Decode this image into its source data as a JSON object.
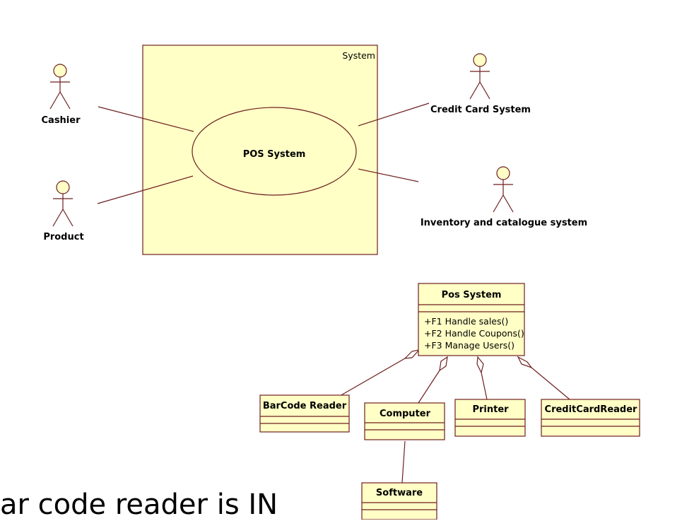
{
  "use_case": {
    "boundary_label": "System",
    "use_case_label": "POS System",
    "actors": {
      "cashier": "Cashier",
      "product": "Product",
      "credit_card": "Credit Card System",
      "inventory": "Inventory and catalogue system"
    }
  },
  "class_diagram": {
    "pos_system": {
      "name": "Pos System",
      "operations": [
        "+F1 Handle sales()",
        "+F2 Handle Coupons()",
        "+F3 Manage Users()"
      ]
    },
    "barcode_reader": "BarCode Reader",
    "computer": "Computer",
    "printer": "Printer",
    "credit_card_reader": "CreditCardReader",
    "software": "Software"
  },
  "caption": "ar code reader is IN"
}
